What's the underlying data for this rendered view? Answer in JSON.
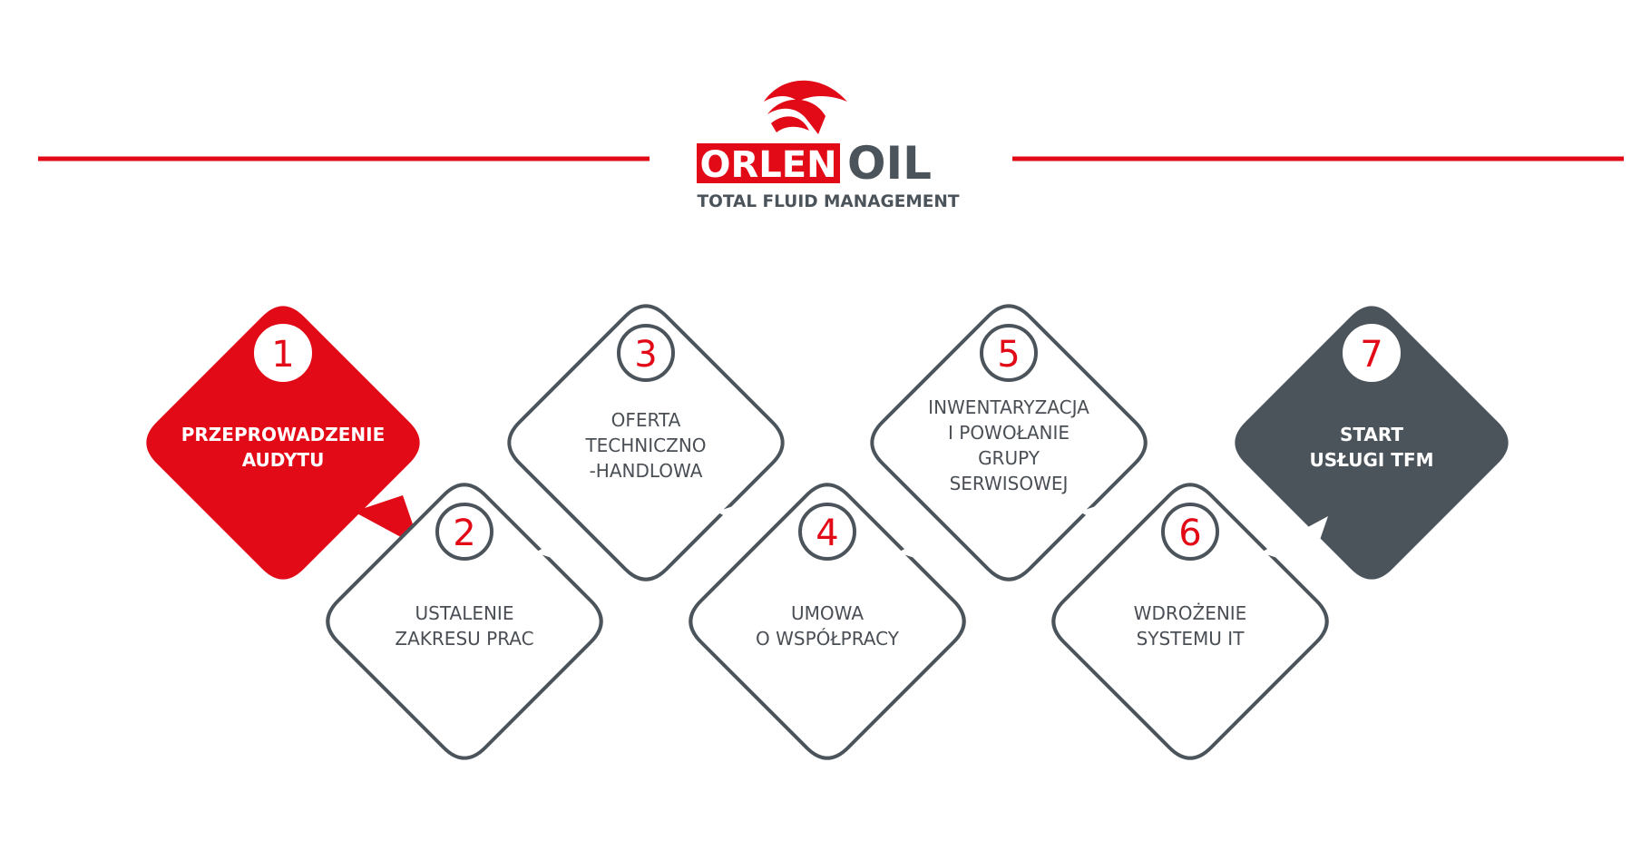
{
  "logo": {
    "brand": "ORLEN",
    "product": "OIL",
    "tagline": "TOTAL FLUID MANAGEMENT"
  },
  "colors": {
    "red": "#e30a17",
    "dark": "#4c545b",
    "text": "#4a4f55",
    "white": "#ffffff"
  },
  "steps": [
    {
      "number": "1",
      "lines": [
        "PRZEPROWADZENIE",
        "AUDYTU"
      ],
      "style": "red"
    },
    {
      "number": "2",
      "lines": [
        "USTALENIE",
        "ZAKRESU PRAC"
      ],
      "style": "outline"
    },
    {
      "number": "3",
      "lines": [
        "OFERTA",
        "TECHNICZNO",
        "-HANDLOWA"
      ],
      "style": "outline"
    },
    {
      "number": "4",
      "lines": [
        "UMOWA",
        "O WSPÓŁPRACY"
      ],
      "style": "outline"
    },
    {
      "number": "5",
      "lines": [
        "INWENTARYZACJA",
        "I POWOŁANIE",
        "GRUPY",
        "SERWISOWEJ"
      ],
      "style": "outline"
    },
    {
      "number": "6",
      "lines": [
        "WDROŻENIE",
        "SYSTEMU IT"
      ],
      "style": "outline"
    },
    {
      "number": "7",
      "lines": [
        "START",
        "USŁUGI TFM"
      ],
      "style": "dark"
    }
  ]
}
